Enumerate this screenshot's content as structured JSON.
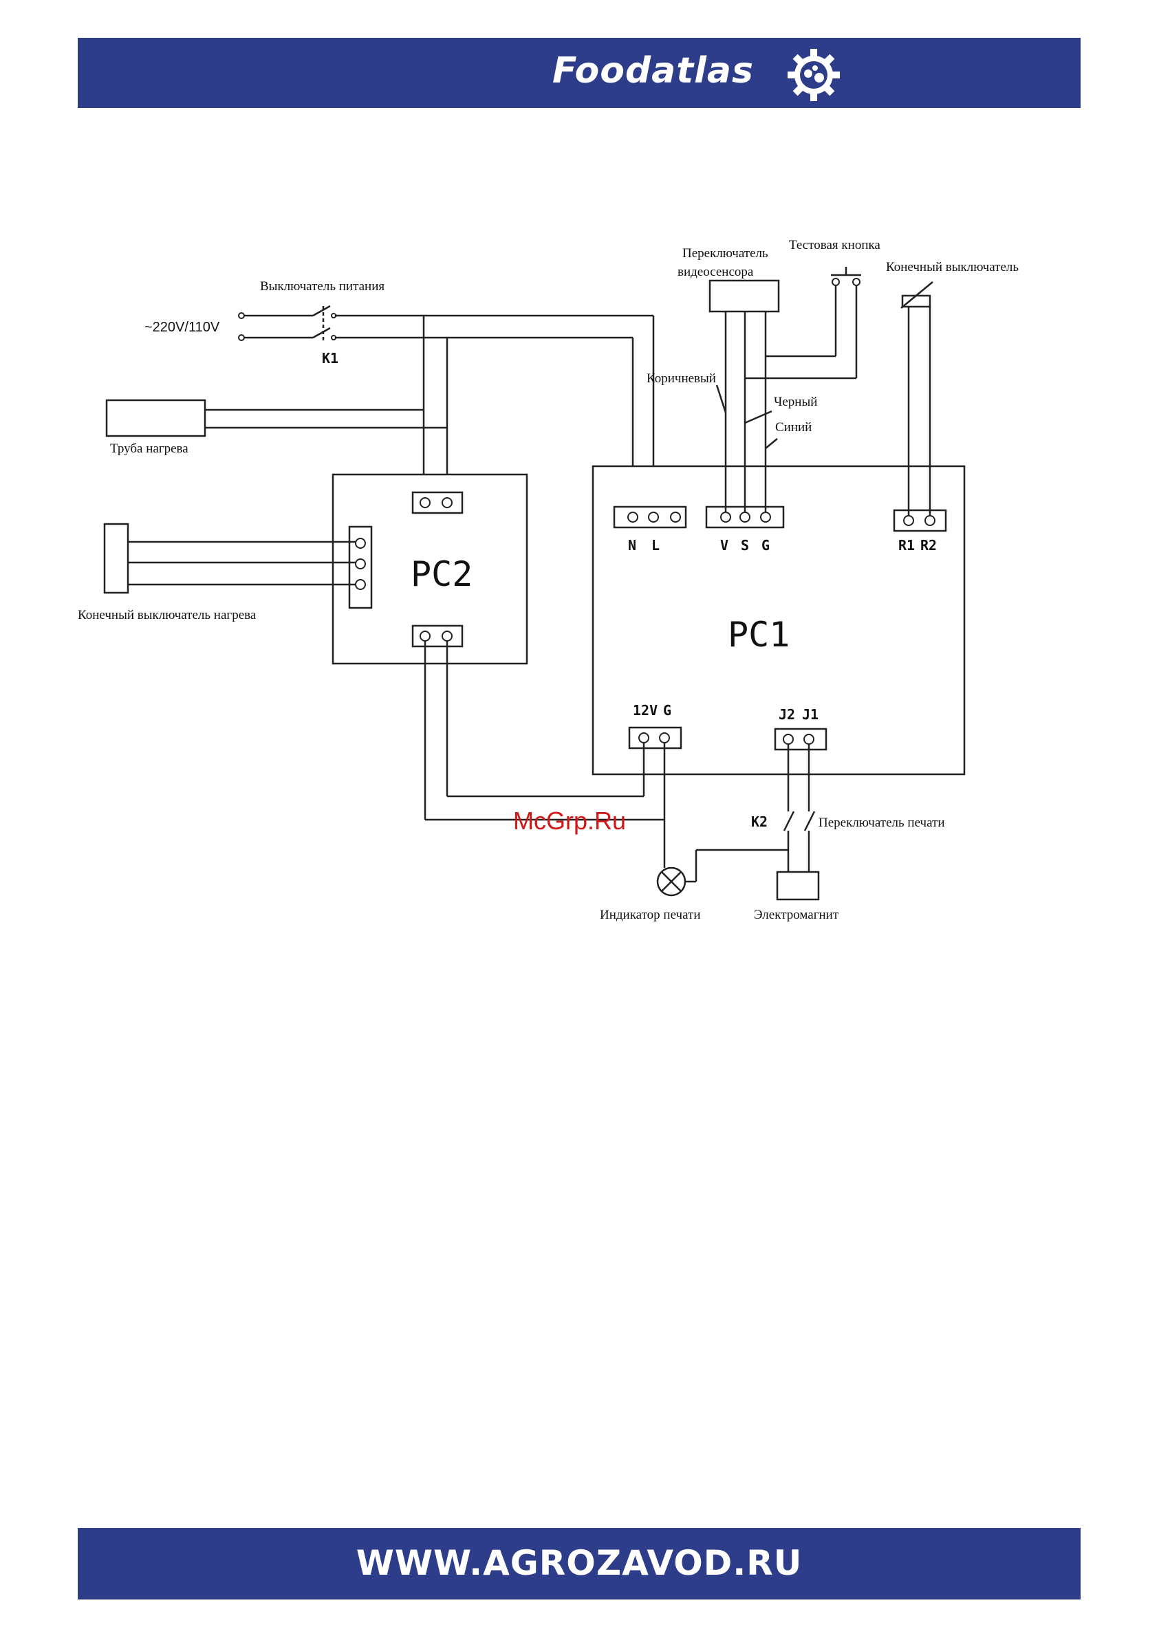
{
  "header": {
    "brand": "Foodatlas",
    "brand_color": "#2e3d8a"
  },
  "footer": {
    "site": "WWW.AGROZAVOD.RU"
  },
  "watermark": {
    "text": "McGrp.Ru",
    "color": "#d01818"
  },
  "diagram": {
    "power_supply": "~220V/110V",
    "power_switch": "Выключатель питания",
    "k1": "K1",
    "heating_tube": "Труба нагрева",
    "heating_limit_switch": "Конечный выключатель нагрева",
    "video_sensor_switch_l1": "Переключатель",
    "video_sensor_switch_l2": "видеосенсора",
    "test_button": "Тестовая кнопка",
    "limit_switch": "Конечный выключатель",
    "wire_brown": "Коричневый",
    "wire_black": "Черный",
    "wire_blue": "Синий",
    "pc1": "PC1",
    "pc2": "PC2",
    "pin_n": "N",
    "pin_l": "L",
    "pin_v": "V",
    "pin_s": "S",
    "pin_g": "G",
    "pin_r1": "R1",
    "pin_r2": "R2",
    "pin_12v": "12V",
    "pin_g2": "G",
    "pin_j2": "J2",
    "pin_j1": "J1",
    "k2": "K2",
    "print_switch": "Переключатель печати",
    "print_indicator": "Индикатор печати",
    "electromagnet": "Электромагнит"
  }
}
